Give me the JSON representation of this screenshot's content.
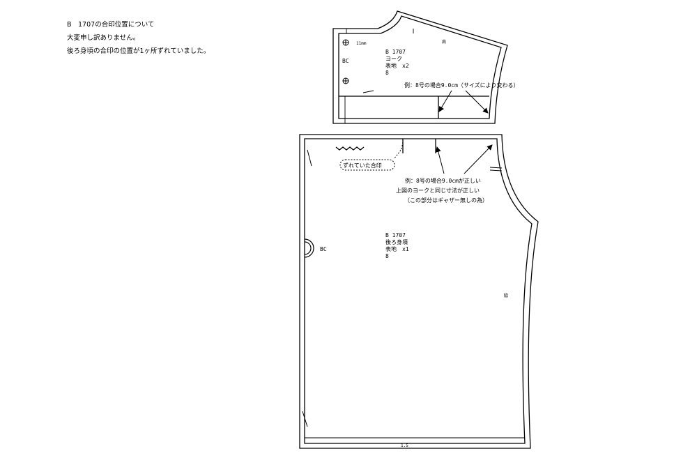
{
  "notice": {
    "title": "B　1707の合印位置について",
    "line1": "大変申し訳ありません。",
    "line2": "後ろ身頃の合印の位置が1ヶ所ずれていました。"
  },
  "yoke": {
    "code": "B 1707",
    "name": "ヨーク",
    "fabric": "表地　x2",
    "size": "8",
    "bc": "BC",
    "notch_label": "11mm",
    "shoulder_mark": "肩",
    "example_note": "例：8号の場合9.0cm（サイズにより変わる）"
  },
  "back_body": {
    "code": "B 1707",
    "name": "後ろ身頃",
    "fabric": "表地　x1",
    "size": "8",
    "bc": "BC",
    "wrong_mark_label": "ずれていた合印",
    "correct_line1": "例：8号の場合9.0cmが正しい",
    "correct_line2": "上図のヨークと同じ寸法が正しい",
    "correct_line3": "（この部分はギャザー無しの為）",
    "side_mark": "脇",
    "hem_mark": "1.5"
  }
}
